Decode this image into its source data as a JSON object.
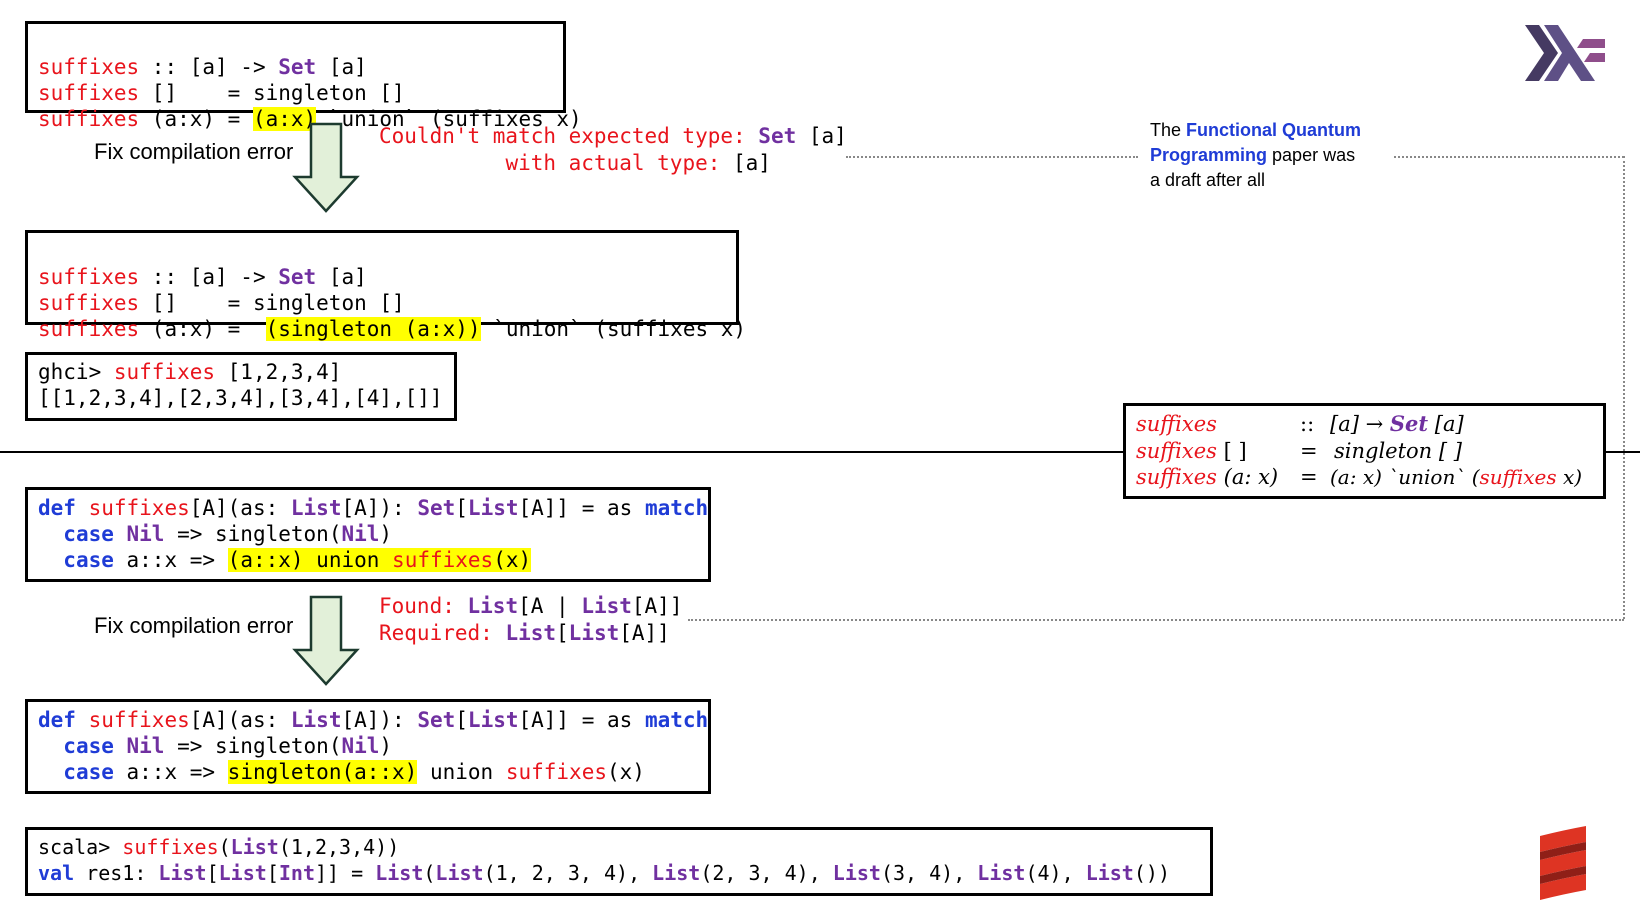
{
  "haskell": {
    "block1": {
      "l1": {
        "fn": "suffixes",
        "rest1": " :: [a] -> ",
        "set": "Set",
        "rest2": " [a]"
      },
      "l2": {
        "fn": "suffixes",
        "rest": " []    = singleton []"
      },
      "l3": {
        "fn": "suffixes",
        "rest1": " (a:x) = ",
        "hl": "(a:x)",
        "rest2": " `union` (suffixes x)"
      }
    },
    "fix_label_1": "Fix compilation error",
    "error1": {
      "l1a": "Couldn't match expected type: ",
      "l1b": "Set",
      "l1c": " [a]",
      "l2a": "with actual type: ",
      "l2b": "[a]"
    },
    "block2": {
      "l1": {
        "fn": "suffixes",
        "rest1": " :: [a] -> ",
        "set": "Set",
        "rest2": " [a]"
      },
      "l2": {
        "fn": "suffixes",
        "rest": " []    = singleton []"
      },
      "l3": {
        "fn": "suffixes",
        "rest1": " (a:x) =  ",
        "hl": "(singleton (a:x))",
        "rest2": " `union` (suffixes x)"
      }
    },
    "repl": {
      "prompt": "ghci> ",
      "fn": "suffixes",
      "args": " [1,2,3,4]",
      "result": "[[1,2,3,4],[2,3,4],[3,4],[4],[]]"
    }
  },
  "note": {
    "pre": "The ",
    "bold1": "Functional Quantum",
    "bold2": "Programming",
    "post1": " paper  was",
    "post2": "a draft after all"
  },
  "math": {
    "r1": {
      "fn": "suffixes",
      "sep": "::",
      "rhs1": "[a] → ",
      "set": "Set",
      "rhs2": " [a]"
    },
    "r2": {
      "fn": "suffixes",
      "arg": " [ ]",
      "sep": "=",
      "rhs": "singleton [ ]"
    },
    "r3": {
      "fn": "suffixes",
      "arg": " (a: x)",
      "sep": "=",
      "rhs1": "(a: x) `union` (",
      "fn2": "suffixes",
      "rhs2": " x)"
    }
  },
  "scala": {
    "block1": {
      "l1": {
        "def": "def",
        "fn": " suffixes",
        "a": "[A](as: ",
        "list": "List",
        "b": "[A]): ",
        "set": "Set",
        "c": "[",
        "list2": "List",
        "d": "[A]] = as ",
        "match": "match"
      },
      "l2": {
        "indent": "  ",
        "case": "case",
        "nil": " Nil",
        "a": " => singleton(",
        "nil2": "Nil",
        "b": ")"
      },
      "l3": {
        "indent": "  ",
        "case": "case",
        "a": " a::x => ",
        "hl1": "(a::x) union ",
        "hlfn": "suffixes",
        "hl2": "(x)"
      }
    },
    "fix_label_2": "Fix compilation error",
    "error2": {
      "l1a": "Found: ",
      "l1b": "List",
      "l1c": "[A | ",
      "l1d": "List",
      "l1e": "[A]]",
      "l2a": "Required: ",
      "l2b": "List",
      "l2c": "[",
      "l2d": "List",
      "l2e": "[A]]"
    },
    "block2": {
      "l1": {
        "def": "def",
        "fn": " suffixes",
        "a": "[A](as: ",
        "list": "List",
        "b": "[A]): ",
        "set": "Set",
        "c": "[",
        "list2": "List",
        "d": "[A]] = as ",
        "match": "match"
      },
      "l2": {
        "indent": "  ",
        "case": "case",
        "nil": " Nil",
        "a": " => singleton(",
        "nil2": "Nil",
        "b": ")"
      },
      "l3": {
        "indent": "  ",
        "case": "case",
        "a": " a::x => ",
        "hl": "singleton(a::x)",
        "b": " union ",
        "fn": "suffixes",
        "c": "(x)"
      }
    },
    "repl": {
      "prompt": "scala> ",
      "fn": "suffixes",
      "a": "(",
      "list": "List",
      "b": "(1,2,3,4))",
      "val": "val",
      "c": " res1: ",
      "t1": "List",
      "t2": "[",
      "t3": "List",
      "t4": "[",
      "t5": "Int",
      "t6": "]] = ",
      "r1": "List",
      "r2": "(",
      "r3": "List",
      "r4": "(1, 2, 3, 4), ",
      "r5": "List",
      "r6": "(2, 3, 4), ",
      "r7": "List",
      "r8": "(3, 4), ",
      "r9": "List",
      "r10": "(4), ",
      "r11": "List",
      "r12": "())"
    }
  },
  "colors": {
    "red": "#e8141c",
    "purple": "#7030a0",
    "blue": "#1f3cd6",
    "highlight": "#ffff00",
    "arrow_fill": "#e2f0d9"
  },
  "icons": {
    "top_right": "haskell-logo-icon",
    "bottom_right": "scala-logo-icon"
  }
}
